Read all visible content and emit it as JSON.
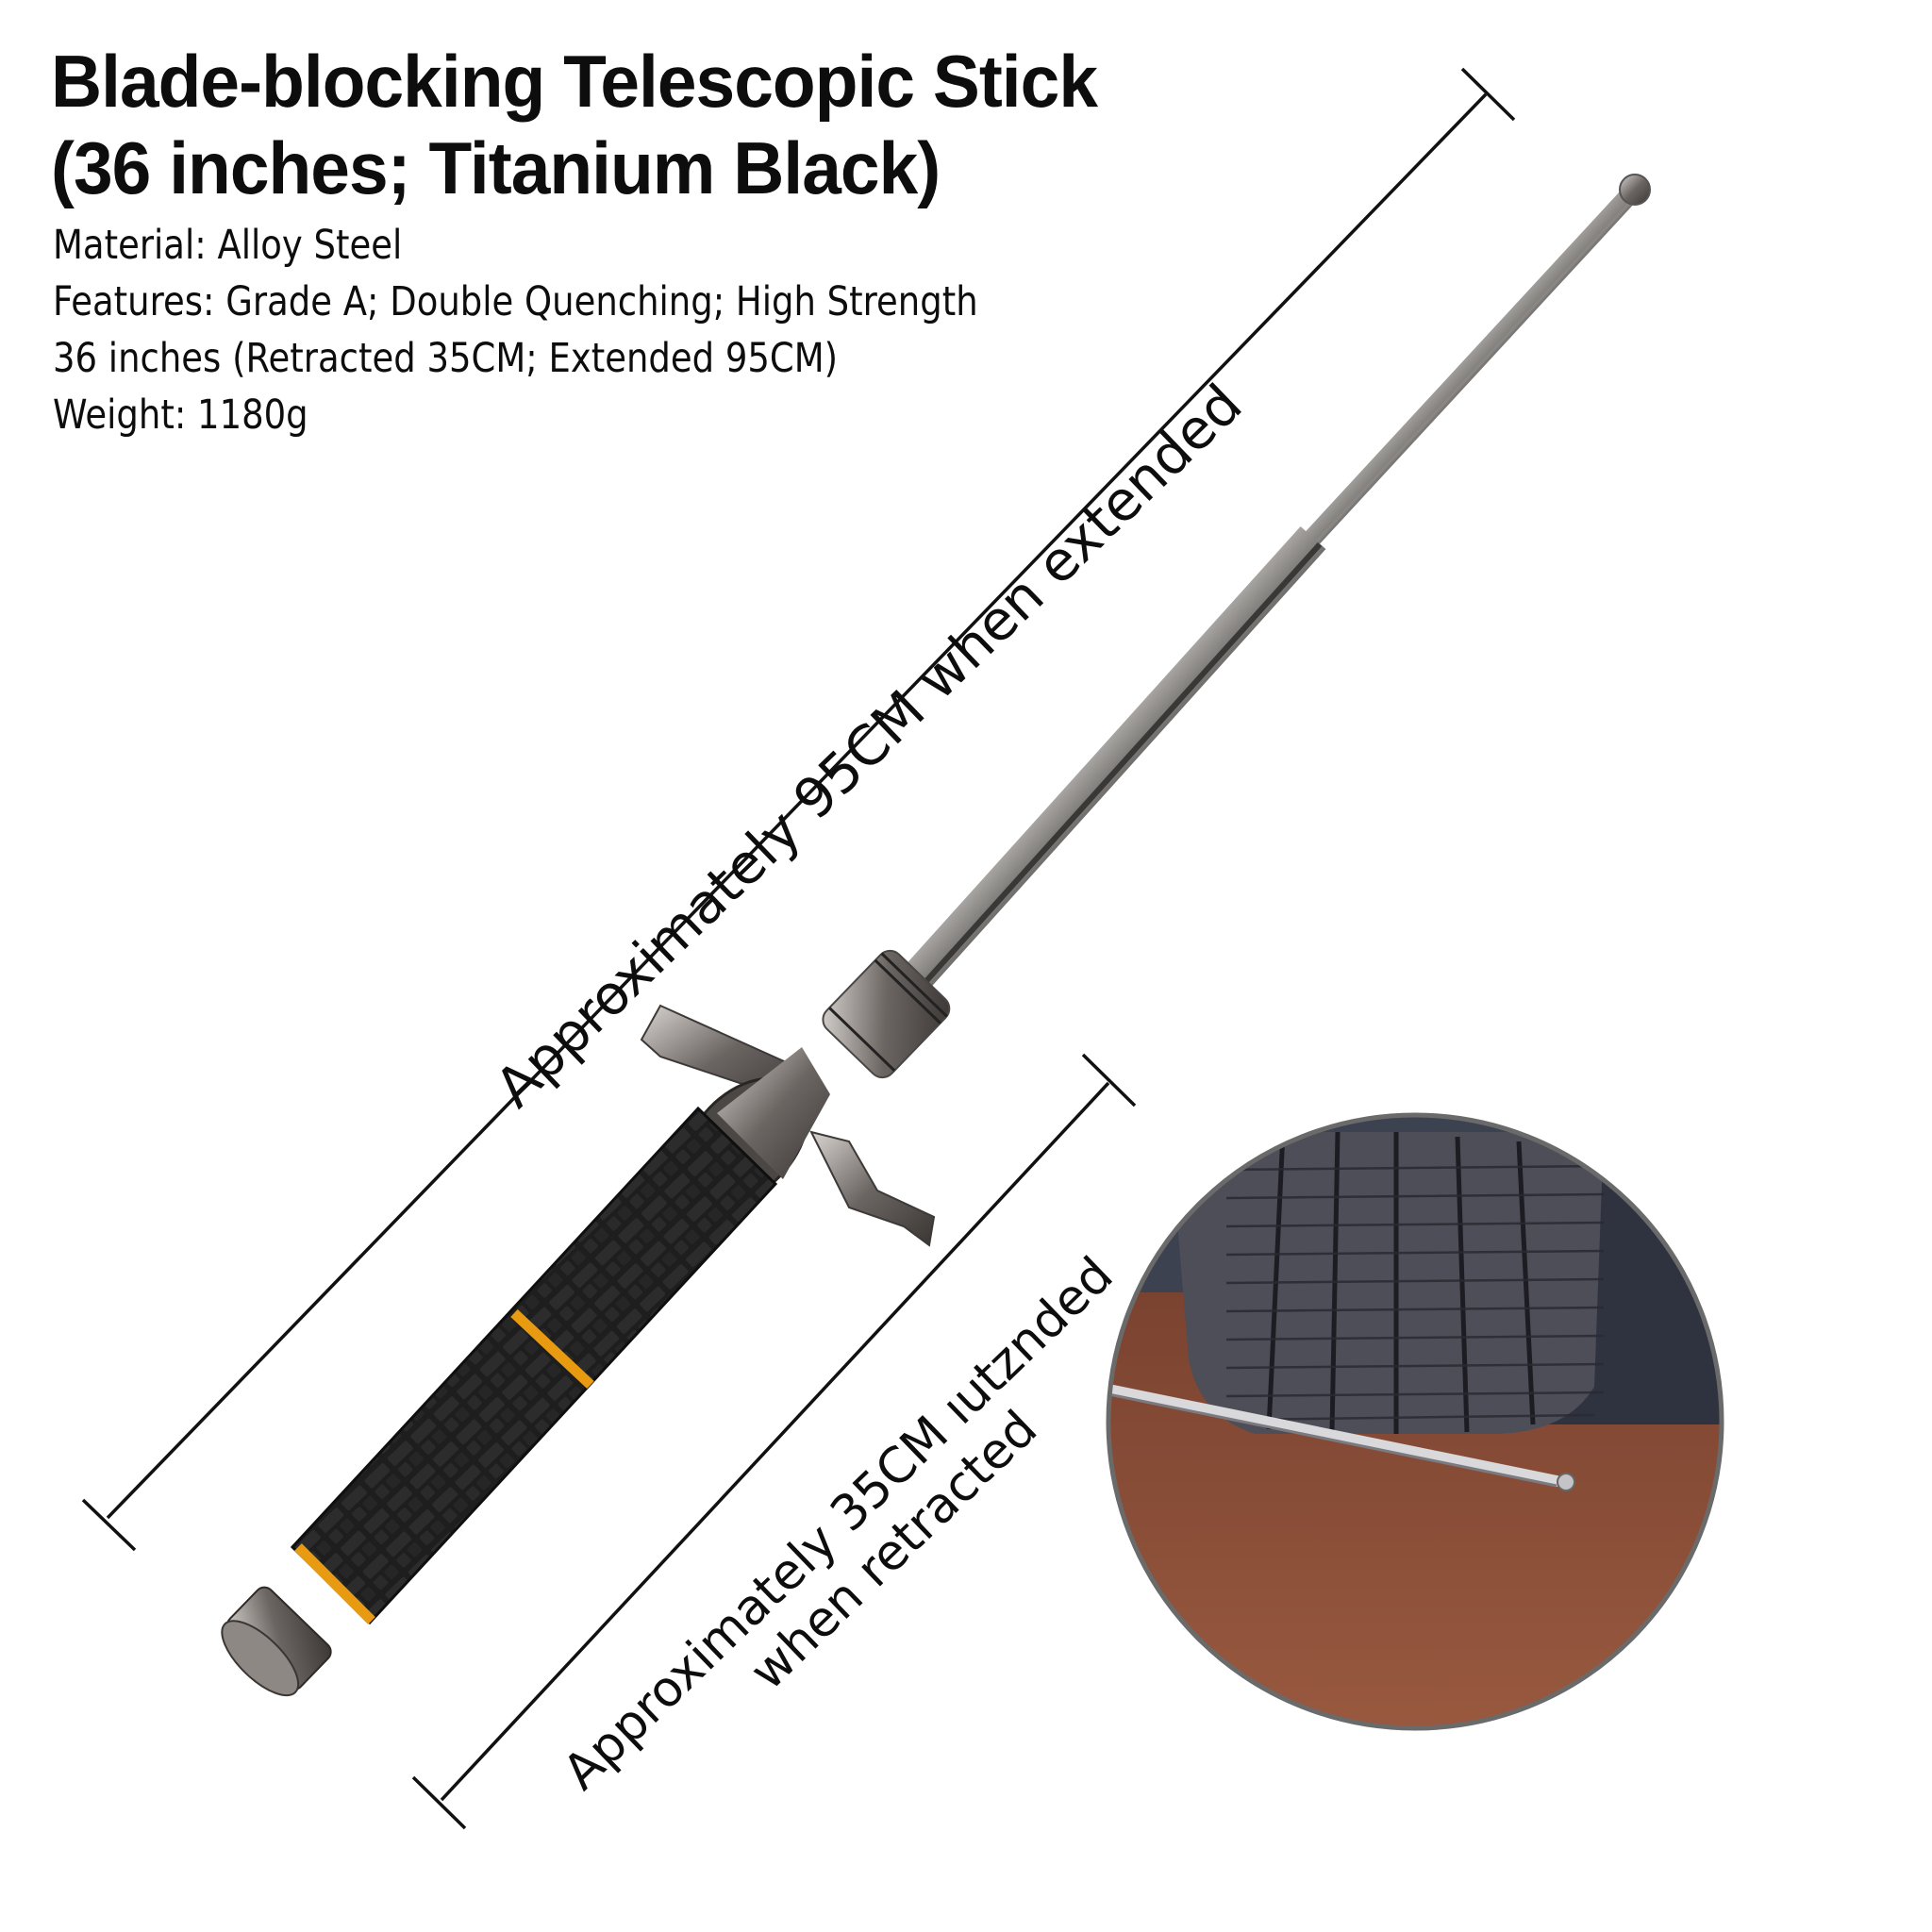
{
  "product": {
    "title_line1": "Blade-blocking Telescopic Stick",
    "title_line2": "(36 inches; Titanium Black)",
    "specs": [
      "Material: Alloy Steel",
      "Features: Grade A; Double Quenching; High Strength",
      "36 inches (Retracted 35CM; Extended 95CM)",
      "Weight: 1180g"
    ]
  },
  "dimensions": {
    "extended_label": "Approximately 95CM when extended",
    "retracted_label_line1": "Approximately 35CM ıutznded",
    "retracted_label_line2": "when retracted"
  },
  "inset": {
    "subject": "extended stick lying on floor beside car tire"
  },
  "colors": {
    "background": "#ffffff",
    "text": "#0d0d0d",
    "handle": "#1c1c1c",
    "accent_ring": "#e89a10",
    "steel": "#c9c7c5",
    "floor": "#8a4a34",
    "tire": "#4a4a52"
  }
}
